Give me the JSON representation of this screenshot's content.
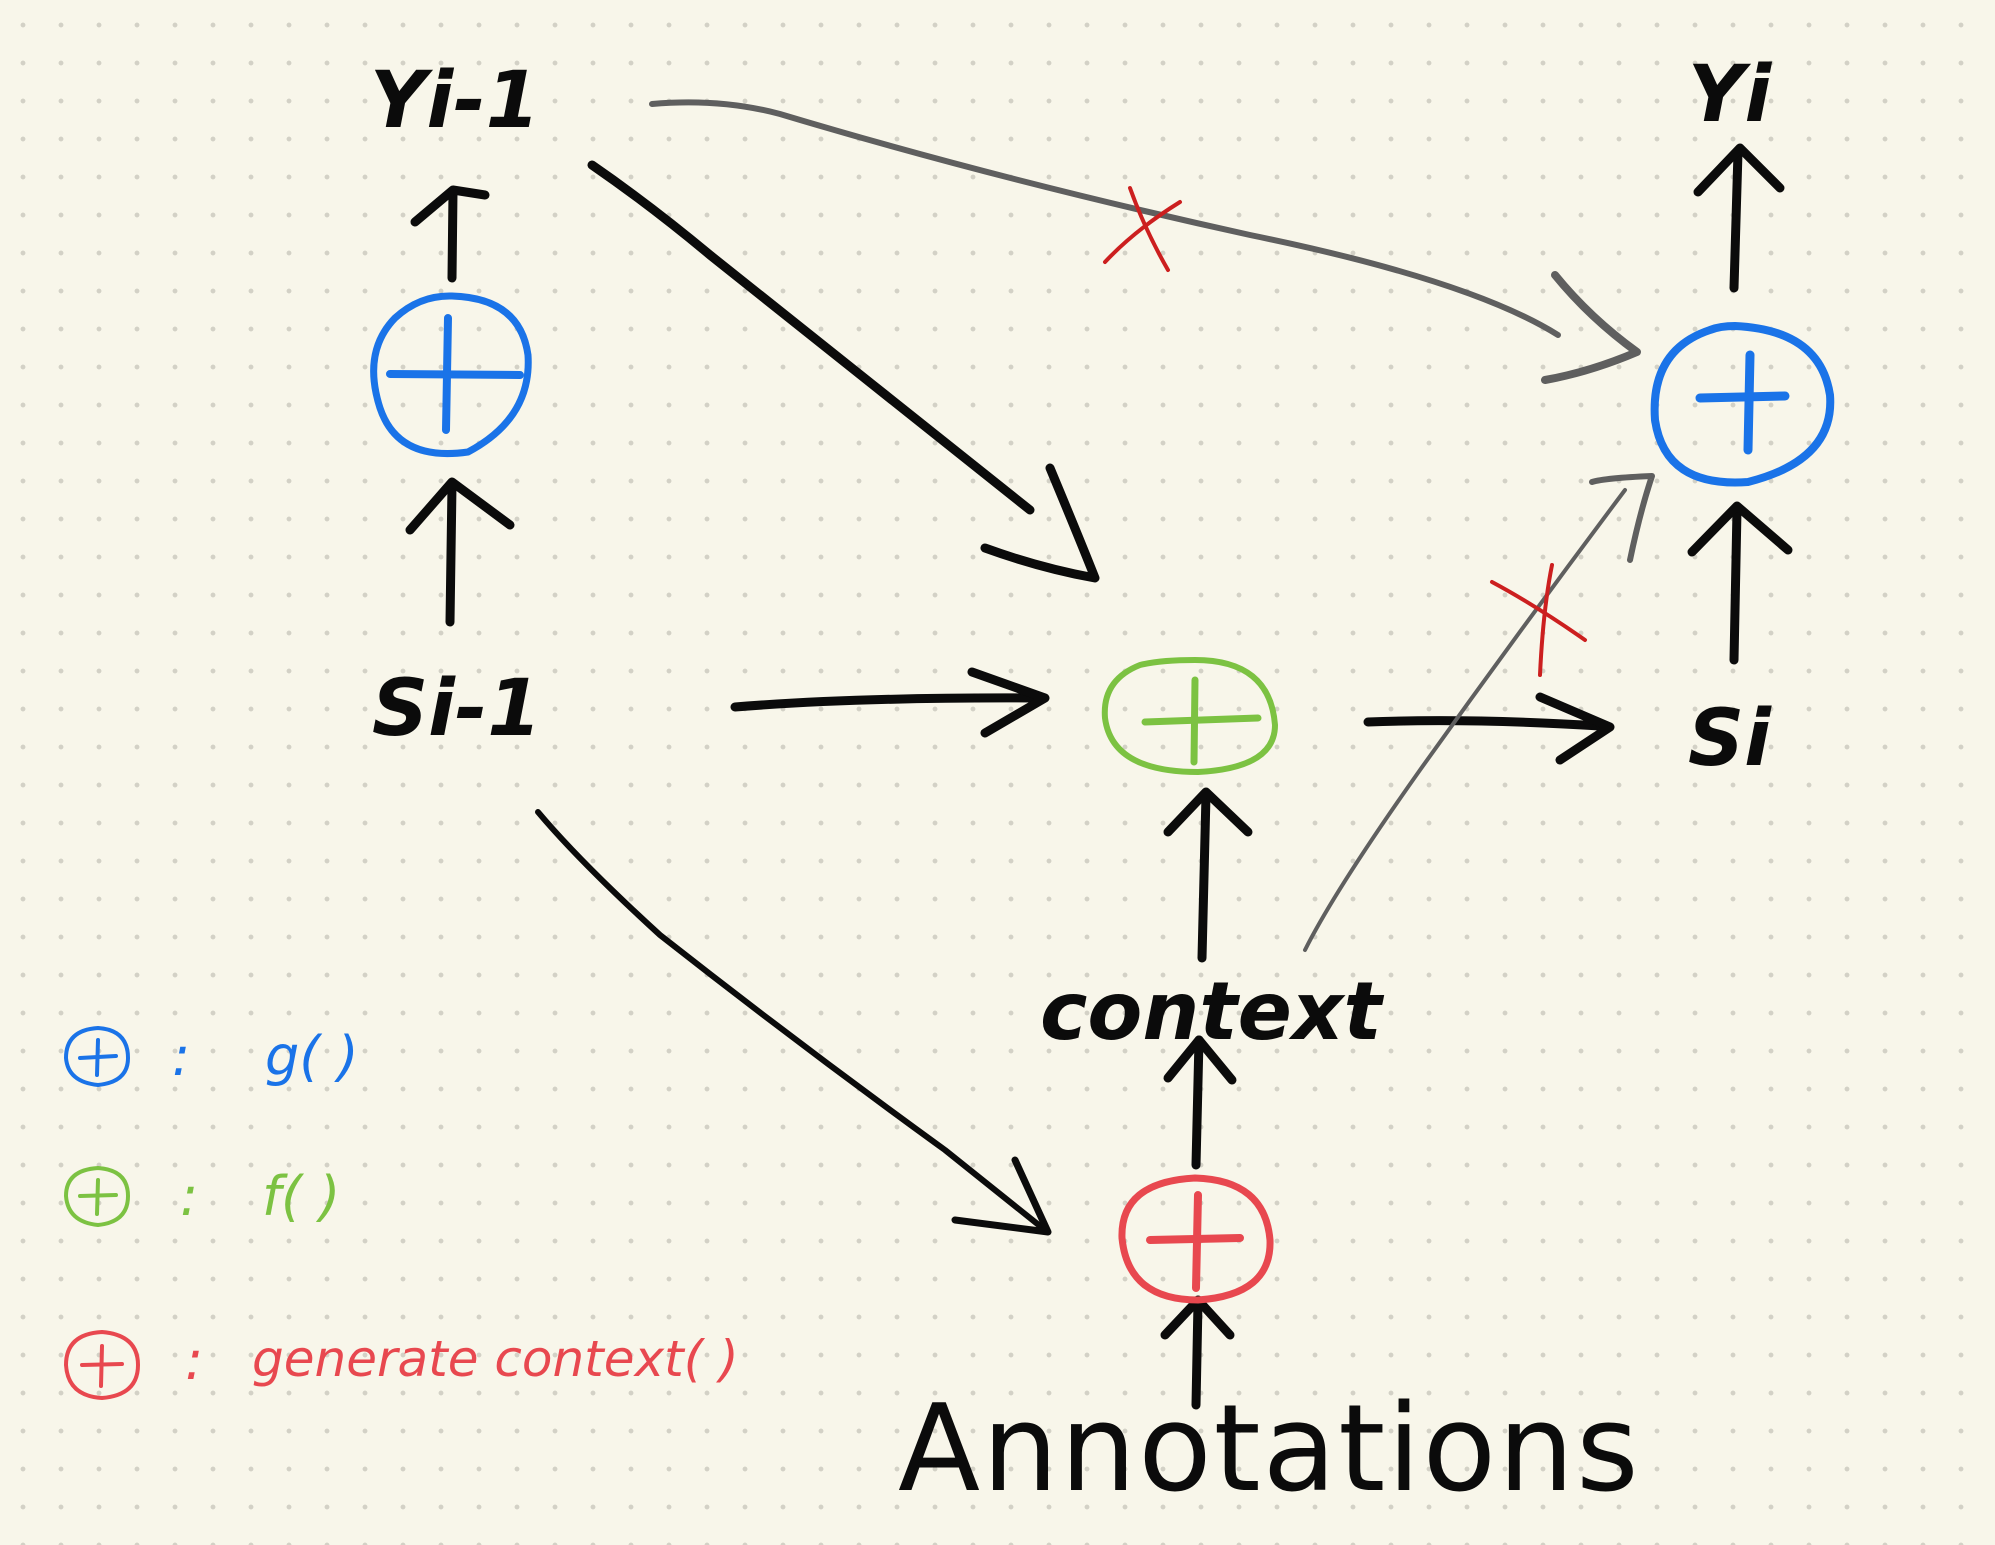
{
  "nodes": {
    "y_prev": "Yi-1",
    "y_curr": "Yi",
    "s_prev": "Si-1",
    "s_curr": "Si",
    "context": "context",
    "annotations": "Annotations"
  },
  "legend": {
    "g": "g( )",
    "f": "f( )",
    "gen": "generate context( )",
    "separator": ":"
  },
  "colors": {
    "g_node": "#1a73e8",
    "f_node": "#7cc242",
    "gen_node": "#e8484f",
    "arrow": "#0b0b0b",
    "gray_arrow": "#5f5f5f",
    "cross": "#cc1f1f",
    "background": "#f8f6ea"
  },
  "icons": [
    "plus-circle-icon",
    "cross-mark-icon",
    "arrow-icon"
  ]
}
